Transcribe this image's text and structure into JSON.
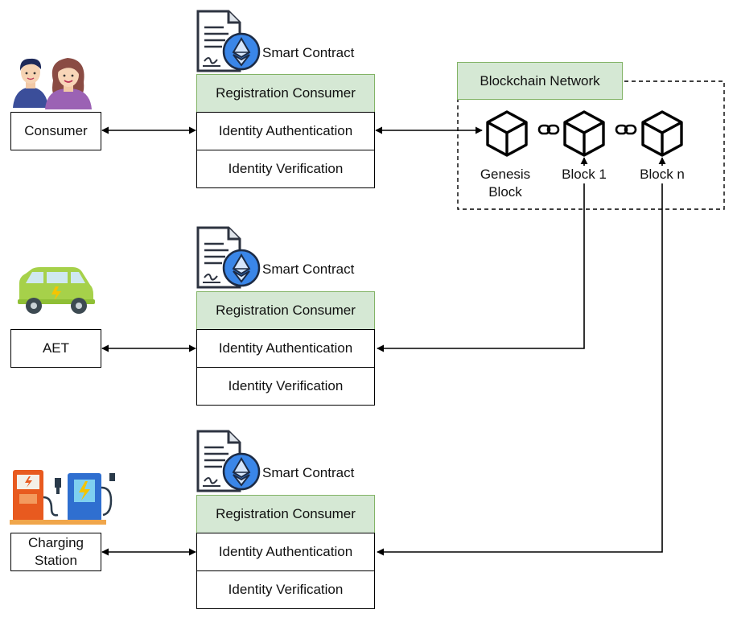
{
  "actors": {
    "consumer": {
      "label": "Consumer"
    },
    "aet": {
      "label": "AET"
    },
    "charging_station": {
      "label": "Charging\nStation"
    }
  },
  "contracts": [
    {
      "title": "Smart Contract",
      "rows": [
        "Registration Consumer",
        "Identity Authentication",
        "Identity Verification"
      ]
    },
    {
      "title": "Smart Contract",
      "rows": [
        "Registration Consumer",
        "Identity Authentication",
        "Identity Verification"
      ]
    },
    {
      "title": "Smart Contract",
      "rows": [
        "Registration Consumer",
        "Identity Authentication",
        "Identity Verification"
      ]
    }
  ],
  "blockchain": {
    "title": "Blockchain Network",
    "blocks": [
      {
        "label": "Genesis\nBlock"
      },
      {
        "label": "Block 1"
      },
      {
        "label": "Block n"
      }
    ]
  },
  "colors": {
    "accent_fill": "#d5e8d4",
    "accent_border": "#82b366",
    "ethereum_blue": "#1a73e8"
  },
  "icons": [
    "people-icon",
    "electric-car-icon",
    "charging-station-icon",
    "contract-document-icon",
    "ethereum-icon",
    "block-cube-icon",
    "chain-link-icon"
  ]
}
